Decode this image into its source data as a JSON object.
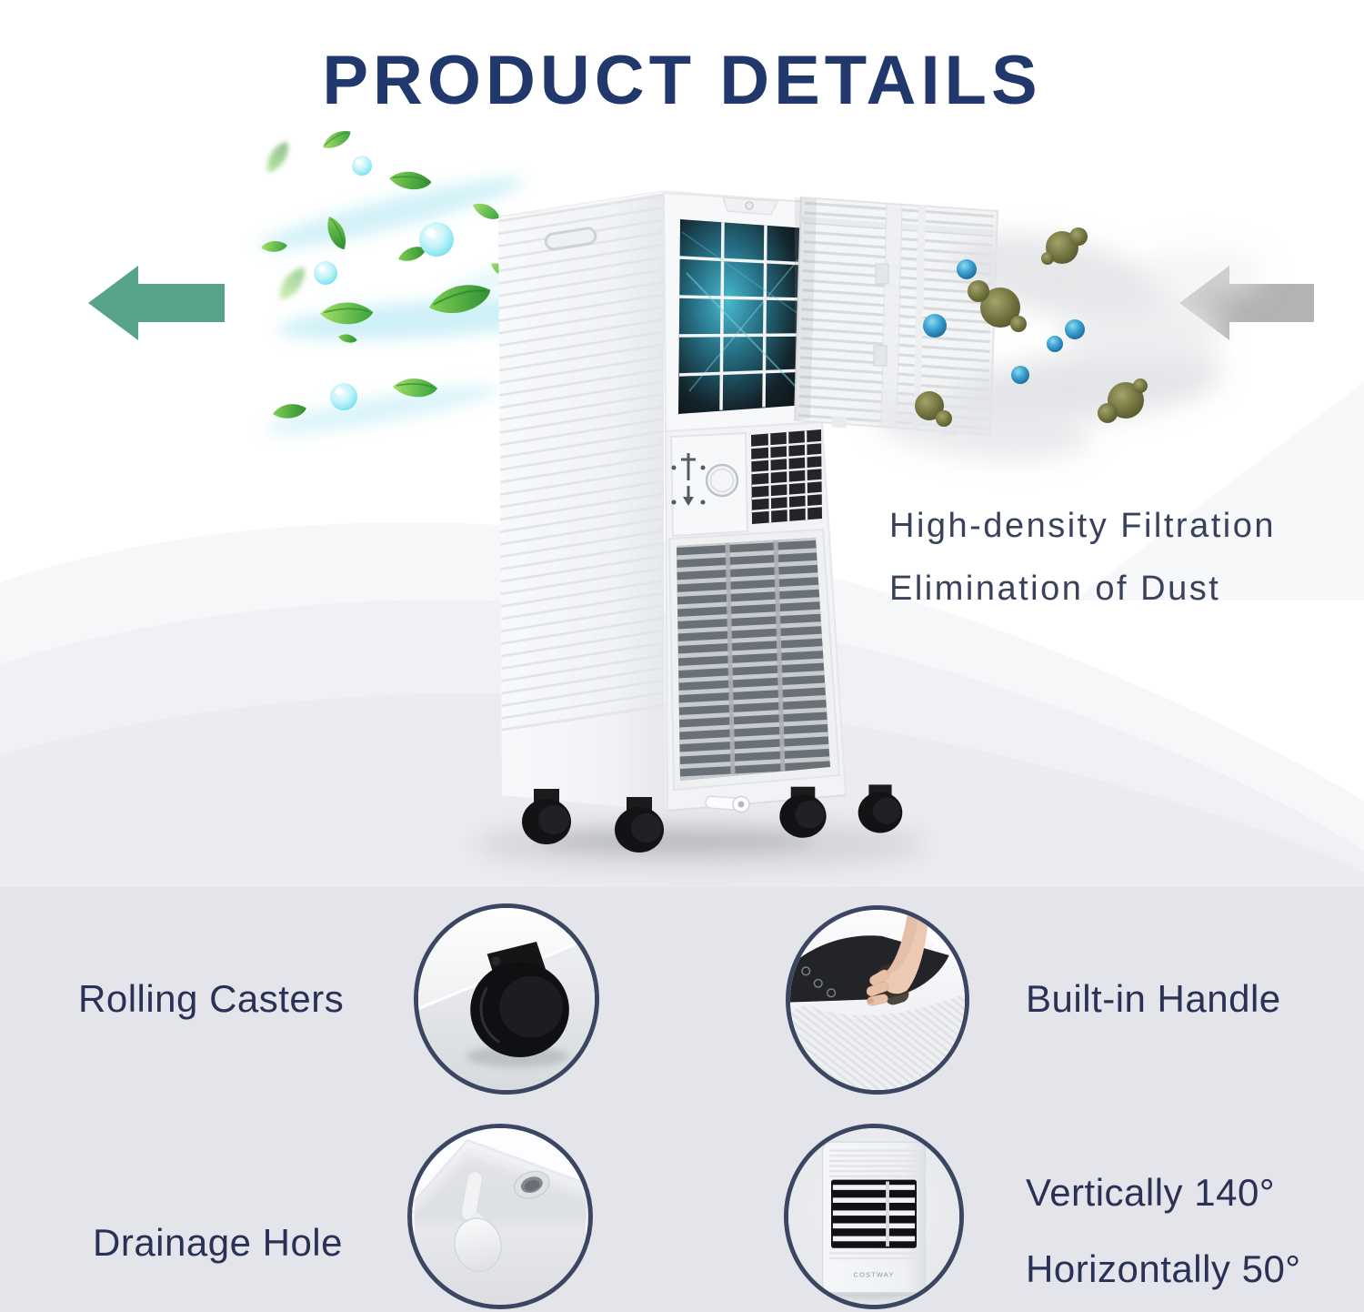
{
  "title": "PRODUCT DETAILS",
  "hero": {
    "caption_line1": "High-density Filtration",
    "caption_line2": "Elimination of Dust"
  },
  "features": [
    {
      "label": "Rolling Casters"
    },
    {
      "label": "Built-in Handle"
    },
    {
      "label": "Drainage Hole"
    },
    {
      "label_line1": "Vertically 140°",
      "label_line2": "Horizontally 50°"
    }
  ],
  "mini_unit_brand": "COSTWAY",
  "icons": {
    "clean_air_arrow": "left-block-arrow",
    "dust_air_arrow": "left-block-arrow"
  },
  "colors": {
    "title_navy": "#21386d",
    "caption_slate": "#39425b",
    "feature_label_navy": "#2a3156",
    "circle_border_navy": "#3b4662",
    "clean_arrow_green": "#57a28a",
    "dust_arrow_gray": "#b3b3b5",
    "features_background": "#e4e5ea",
    "filter_glow_teal": "#2e93a8"
  }
}
